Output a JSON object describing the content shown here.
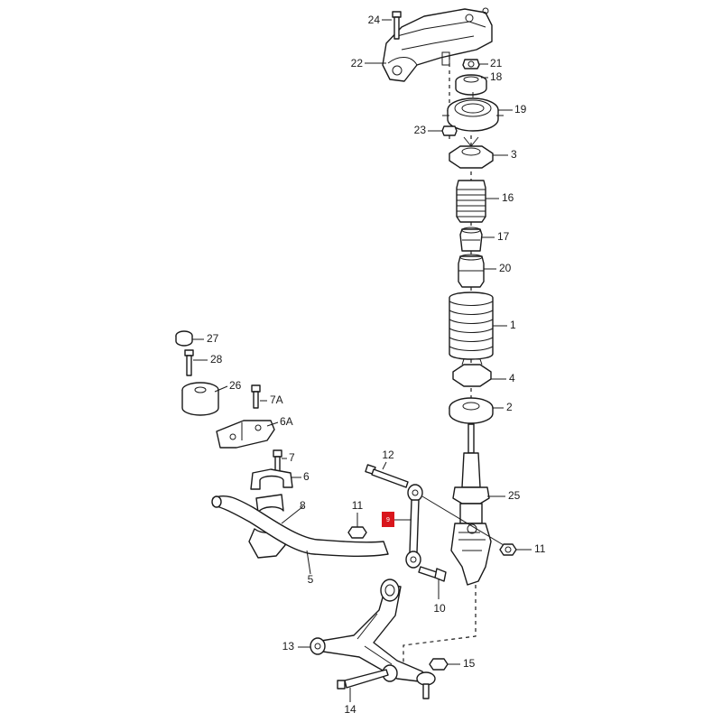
{
  "highlight_color": "#d9161c",
  "labels": {
    "l1": "1",
    "l2": "2",
    "l3": "3",
    "l4": "4",
    "l5": "5",
    "l6": "6",
    "l6a": "6A",
    "l7": "7",
    "l7a": "7A",
    "l8": "8",
    "l9": "9",
    "l10": "10",
    "l11a": "11",
    "l11b": "11",
    "l12": "12",
    "l13": "13",
    "l14": "14",
    "l15": "15",
    "l16": "16",
    "l17": "17",
    "l18": "18",
    "l19": "19",
    "l20": "20",
    "l21": "21",
    "l22": "22",
    "l23": "23",
    "l24": "24",
    "l25": "25",
    "l26": "26",
    "l27": "27",
    "l28": "28"
  }
}
